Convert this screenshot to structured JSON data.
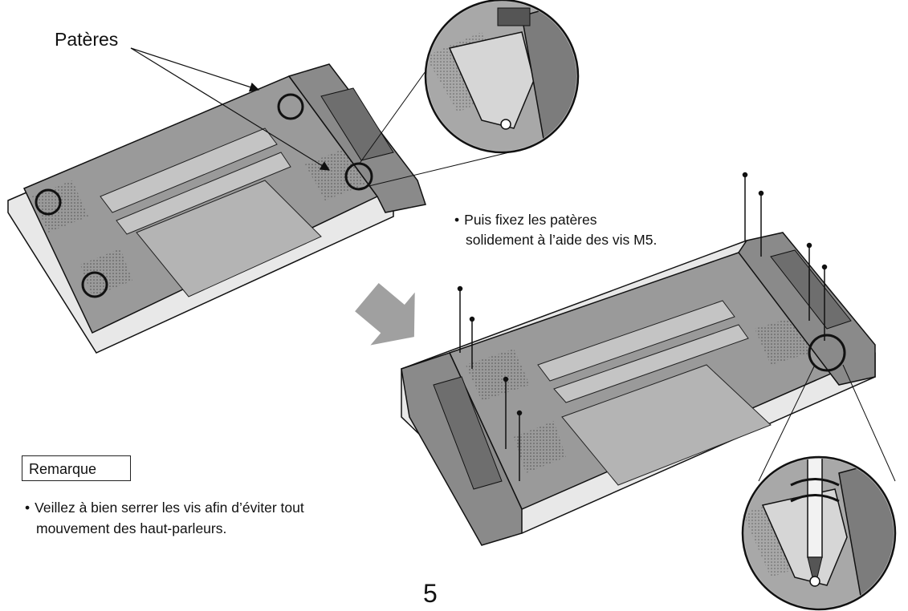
{
  "labels": {
    "bracket_label": "Patères"
  },
  "instruction": {
    "line1": "Puis fixez les patères",
    "line2": "solidement à l’aide des vis M5."
  },
  "note": {
    "title": "Remarque",
    "line1": "Veillez à bien serrer les vis afin d’éviter tout",
    "line2": "mouvement des haut-parleurs."
  },
  "page_number": "5"
}
